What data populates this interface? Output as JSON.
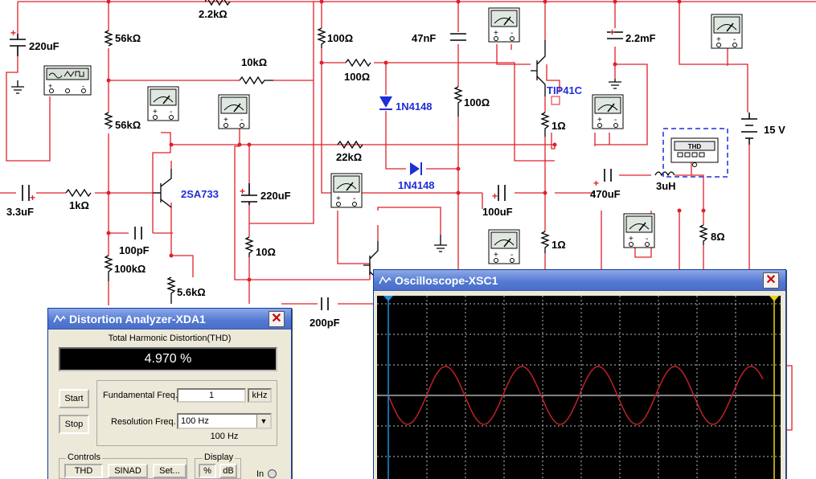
{
  "schematic": {
    "components": {
      "r_2k2": "2.2kΩ",
      "c_220uf_top": "220uF",
      "r_56k_a": "56kΩ",
      "r_56k_b": "56kΩ",
      "r_10k": "10kΩ",
      "r_100_a": "100Ω",
      "r_100_b": "100Ω",
      "r_100_c": "100Ω",
      "c_47nf": "47nF",
      "c_2m2": "2.2mF",
      "d1": "1N4148",
      "d2": "1N4148",
      "q_tip41c": "TIP41C",
      "r_1_a": "1Ω",
      "r_1_b": "1Ω",
      "battery": "15 V",
      "q_2sa733": "2SA733",
      "r_22k": "22kΩ",
      "c_3u3": "3.3uF",
      "r_1k": "1kΩ",
      "c_220uf_mid": "220uF",
      "c_100uf": "100uF",
      "c_470uf": "470uF",
      "l_3uh": "3uH",
      "r_8": "8Ω",
      "c_100pf": "100pF",
      "r_10": "10Ω",
      "r_100k": "100kΩ",
      "r_5k6": "5.6kΩ",
      "c_200pf": "200pF",
      "thd_label": "THD"
    },
    "colors": {
      "wire": "#e0202a",
      "parts": "#000000",
      "labels_blue": "#1f2ed8",
      "selection": "#1f2ed8"
    }
  },
  "distortion": {
    "title": "Distortion Analyzer-XDA1",
    "heading": "Total Harmonic Distortion(THD)",
    "reading": "4.970 %",
    "start_label": "Start",
    "stop_label": "Stop",
    "fundamental_label": "Fundamental Freq.",
    "fundamental_value": "1",
    "fundamental_unit": "kHz",
    "resolution_label": "Resolution Freq.",
    "resolution_value": "100 Hz",
    "resolution_readout": "100 Hz",
    "controls_label": "Controls",
    "display_label": "Display",
    "thd_btn": "THD",
    "sinad_btn": "SINAD",
    "set_btn": "Set...",
    "pct_btn": "%",
    "db_btn": "dB",
    "in_label": "In"
  },
  "scope": {
    "title": "Oscilloscope-XSC1",
    "colors": {
      "screen": "#000000",
      "grid": "#bdbdbd",
      "trace": "#c0202a",
      "cursor_left": "#1e8fd8",
      "cursor_right": "#e8d21a"
    }
  }
}
